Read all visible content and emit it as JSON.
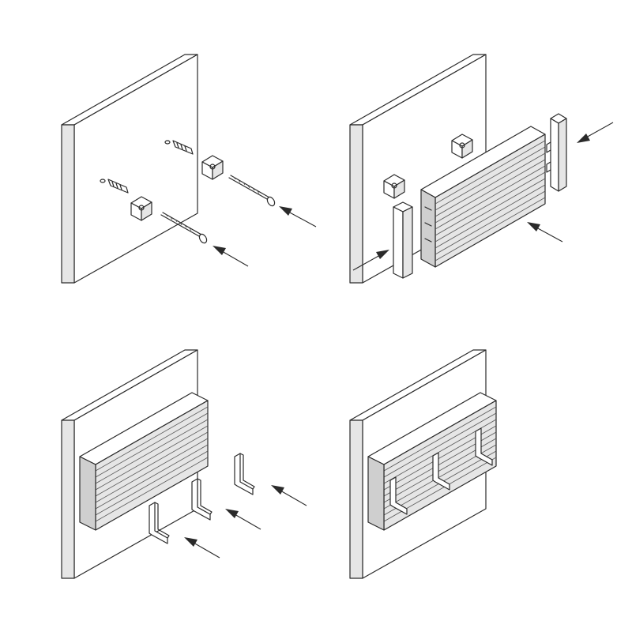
{
  "figure": {
    "colors": {
      "line": "#2a2a2a",
      "shade": "#e6e6e6",
      "shade_dark": "#cfcfcf",
      "background": "#ffffff"
    },
    "steps": [
      {
        "id": "step-1",
        "parts": [
          "wall-panel",
          "wall-plugs",
          "mounting-clips",
          "screws"
        ],
        "arrow_count": 2
      },
      {
        "id": "step-2",
        "parts": [
          "wall-panel",
          "mounting-clips",
          "slatted-rail",
          "end-cap-left",
          "end-cap-right"
        ],
        "arrow_count": 3
      },
      {
        "id": "step-3",
        "parts": [
          "wall-panel",
          "assembled-rail",
          "hooks"
        ],
        "hook_count": 3,
        "arrow_count": 3
      },
      {
        "id": "step-4",
        "parts": [
          "wall-panel",
          "assembled-rail-with-hooks"
        ],
        "hook_count": 3,
        "arrow_count": 0
      }
    ]
  }
}
